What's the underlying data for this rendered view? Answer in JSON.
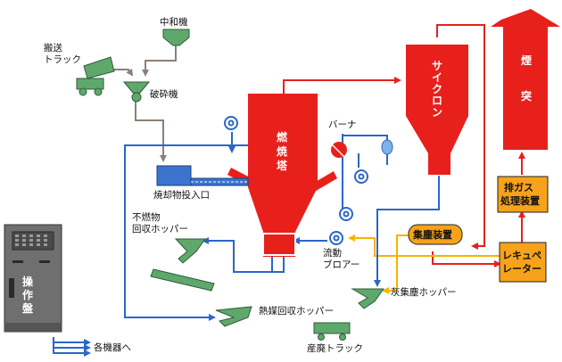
{
  "colors": {
    "red": "#e8201c",
    "green": "#5fa86b",
    "orange": "#f7a21b",
    "yellow_line": "#f5b400",
    "blue_line": "#2a67c9",
    "gray_line": "#8c7f78",
    "panel": "#6f6f6f"
  },
  "labels": {
    "neutralizer": "中和機",
    "transport_truck": "搬送\nトラック",
    "crusher": "破砕機",
    "burner": "バーナ",
    "incinerator_inlet": "焼却物投入口",
    "noncombustible_hopper": "不燃物\n回収ホッパー",
    "fluid_blower": "流動\nブロアー",
    "ash_hopper": "灰集塵ホッパー",
    "thermal_media_hopper": "熱媒回収ホッパー",
    "waste_truck": "産廃トラック",
    "to_equipment": "各機器へ"
  },
  "components": {
    "furnace": "燃焼塔",
    "cyclone": "サイクロン",
    "chimney": "煙突",
    "gas_treatment": "排ガス\n処理装置",
    "recuperator": "レキュペ\nレーター",
    "dust_collector": "集塵装置",
    "control_panel": "操作盤"
  },
  "icons": {
    "blower_icon": "blower-icon",
    "truck_icon": "truck-icon",
    "hopper_icon": "hopper-icon",
    "arrow_icon": "arrow-icon"
  }
}
